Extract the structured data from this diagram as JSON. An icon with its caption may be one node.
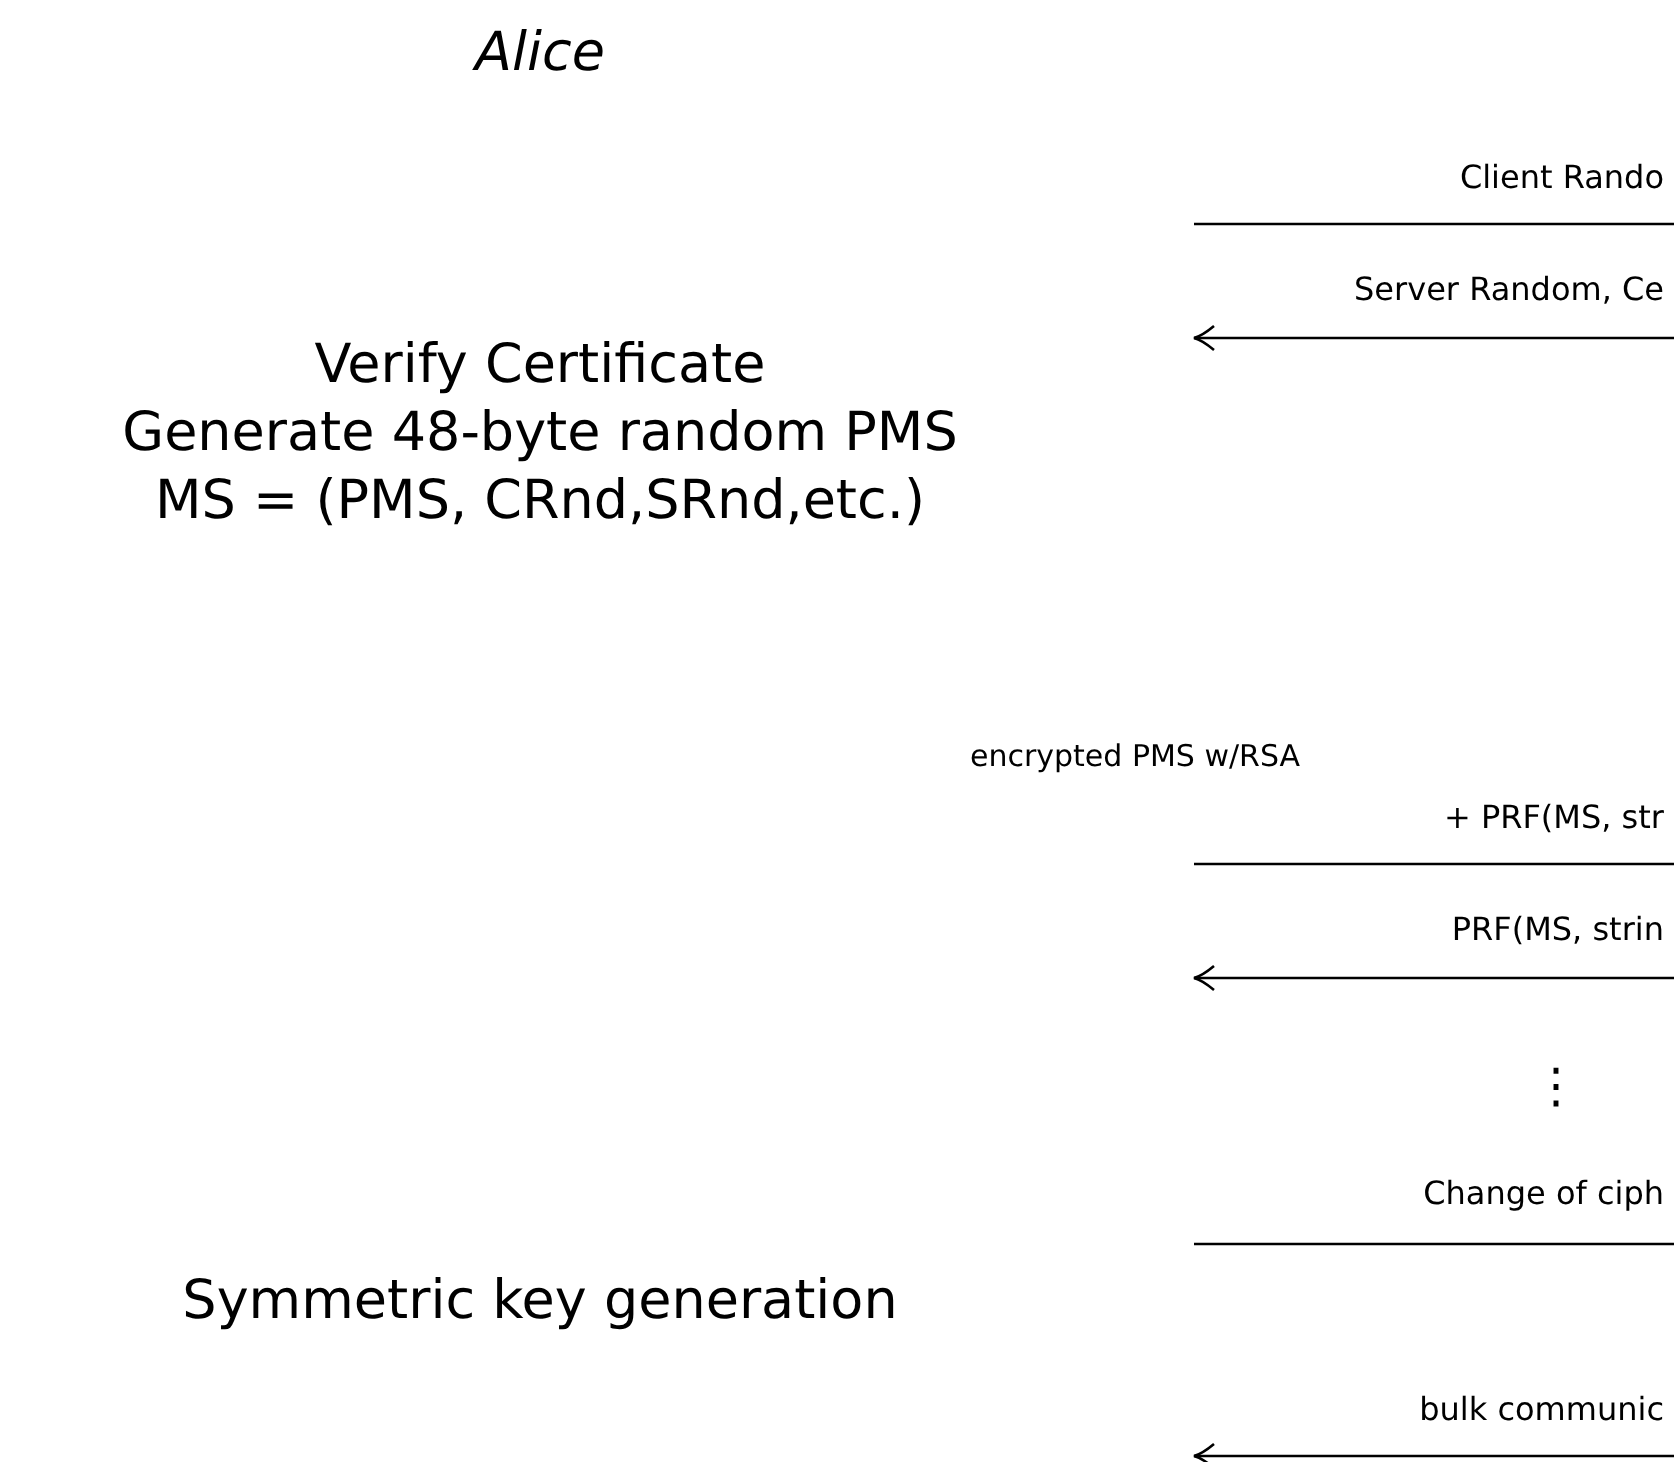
{
  "diagram": {
    "labels": [
      "Alice",
      "Client Rando",
      "Server Random, Ce",
      "Verify Certificate",
      "Generate 48-byte random PMS",
      "MS = (PMS, CRnd,SRnd,etc.)",
      "encrypted PMS w/RSA",
      "+ PRF(MS, str",
      "PRF(MS, strin",
      "⋮",
      "Change of ciph",
      "Symmetric key generation",
      "bulk communic"
    ]
  }
}
